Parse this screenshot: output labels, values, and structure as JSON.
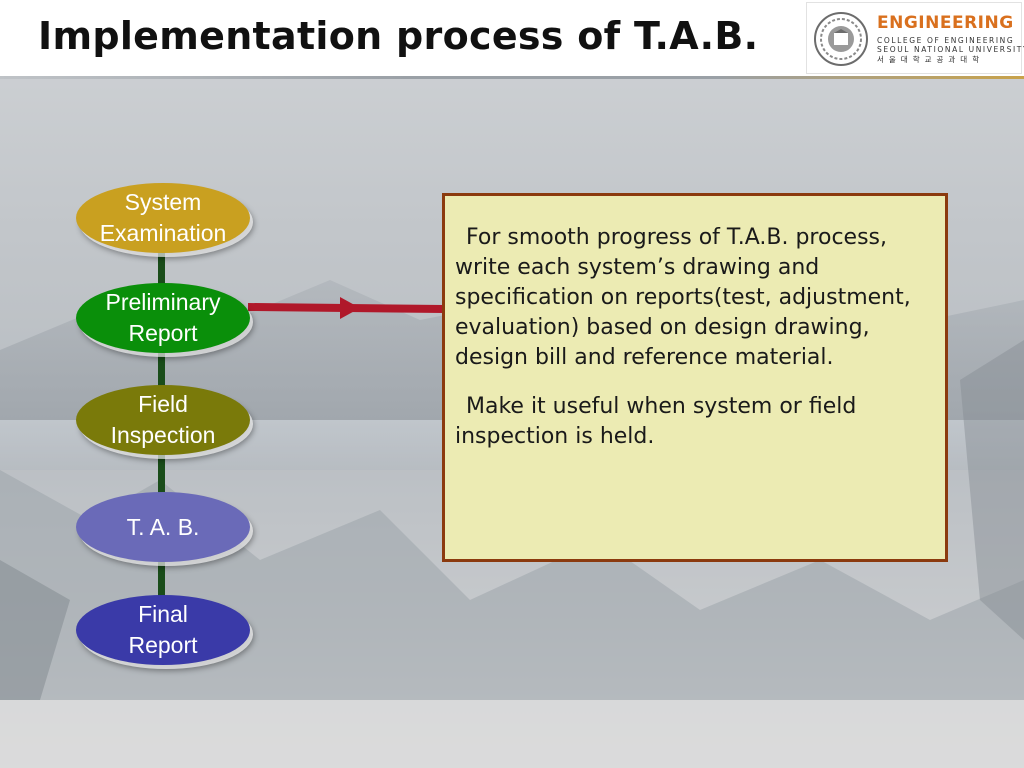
{
  "header": {
    "title": "Implementation process of T.A.B."
  },
  "logo": {
    "wordmark": "ENGINEERING",
    "line1": "COLLEGE OF ENGINEERING",
    "line2": "SEOUL NATIONAL UNIVERSITY",
    "line3": "서울대학교공과대학",
    "seal_icon": "university-seal-icon"
  },
  "flow": {
    "steps": [
      {
        "label": "System\nExamination",
        "color": "#c9a020"
      },
      {
        "label": "Preliminary\nReport",
        "color": "#0a8f0a"
      },
      {
        "label": "Field\nInspection",
        "color": "#7a7a0a"
      },
      {
        "label": "T. A. B.",
        "color": "#6a6ab8"
      },
      {
        "label": "Final\nReport",
        "color": "#3a3aa8"
      }
    ],
    "connector_color": "#1a4d1a",
    "arrow_color": "#b0182a"
  },
  "note": {
    "paragraph1": "For smooth progress of T.A.B. process, write each system’s drawing and specification on reports(test, adjustment, evaluation) based on design drawing, design bill and reference material.",
    "paragraph2": "Make it useful when system or field inspection is held.",
    "background": "#ecebb3",
    "border": "#8b3a0e"
  }
}
